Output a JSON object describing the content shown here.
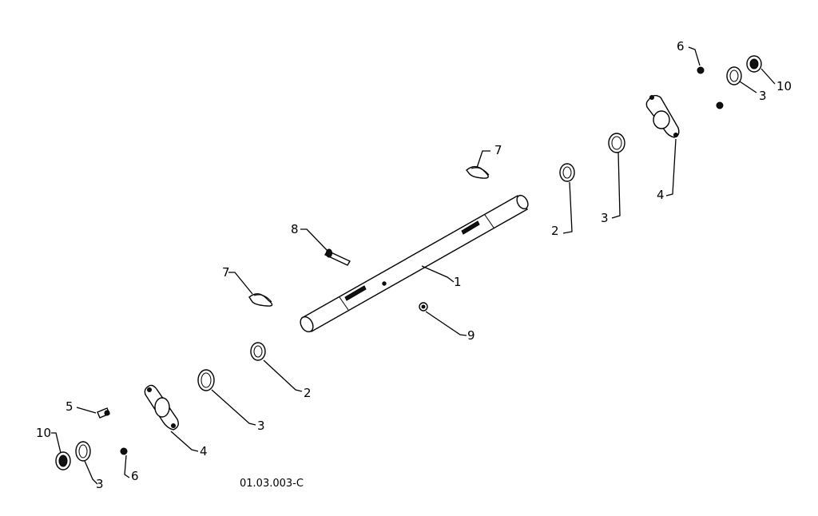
{
  "drawing_code": "01.03.003-C",
  "callouts": {
    "c1": "1",
    "c2a": "2",
    "c2b": "2",
    "c3a": "3",
    "c3b": "3",
    "c3c": "3",
    "c3d": "3",
    "c4a": "4",
    "c4b": "4",
    "c5": "5",
    "c6a": "6",
    "c6b": "6",
    "c7a": "7",
    "c7b": "7",
    "c8": "8",
    "c9": "9",
    "c10a": "10",
    "c10b": "10"
  }
}
